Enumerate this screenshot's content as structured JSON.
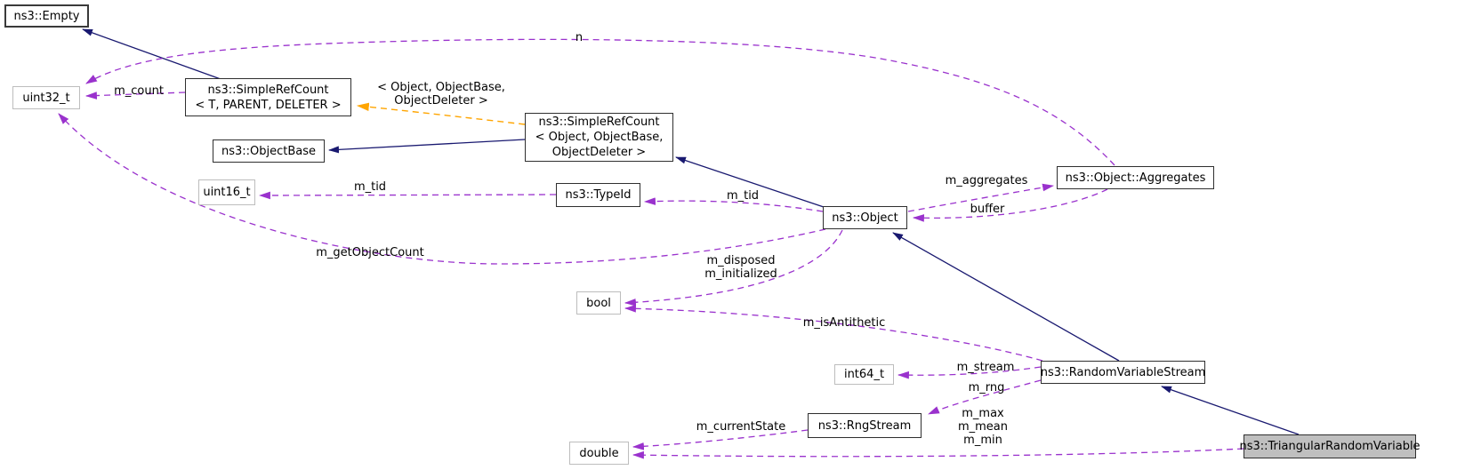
{
  "diagram": {
    "kind": "doxygen-collaboration-graph",
    "colors": {
      "inheritance_edge": "#191970",
      "member_edge": "#9a32cd",
      "template_edge": "#ffa500",
      "focus_node_fill": "#bfbfbf",
      "class_border": "#2f2f2f",
      "builtin_border": "#bdbdbd",
      "background": "#ffffff"
    }
  },
  "nodes": {
    "empty": {
      "label": "ns3::Empty"
    },
    "uint32_t": {
      "label": "uint32_t"
    },
    "simple_ref_count_t": {
      "label": "ns3::SimpleRefCount\n< T, PARENT, DELETER >"
    },
    "object_base": {
      "label": "ns3::ObjectBase"
    },
    "simple_ref_count_object": {
      "label": "ns3::SimpleRefCount\n< Object, ObjectBase,\nObjectDeleter >"
    },
    "uint16_t": {
      "label": "uint16_t"
    },
    "type_id": {
      "label": "ns3::TypeId"
    },
    "object": {
      "label": "ns3::Object"
    },
    "aggregates": {
      "label": "ns3::Object::Aggregates"
    },
    "bool": {
      "label": "bool"
    },
    "int64_t": {
      "label": "int64_t"
    },
    "random_variable_stream": {
      "label": "ns3::RandomVariableStream"
    },
    "rng_stream": {
      "label": "ns3::RngStream"
    },
    "double": {
      "label": "double"
    },
    "triangular_random_variable": {
      "label": "ns3::TriangularRandomVariable"
    }
  },
  "edge_labels": {
    "n": "n",
    "m_count": "m_count",
    "template_args": "< Object, ObjectBase,\nObjectDeleter >",
    "m_tid_uint16": "m_tid",
    "m_tid_object": "m_tid",
    "m_aggregates": "m_aggregates",
    "buffer": "buffer",
    "m_get_object_count": "m_getObjectCount",
    "m_disposed_initialized": "m_disposed\nm_initialized",
    "m_is_antithetic": "m_isAntithetic",
    "m_stream": "m_stream",
    "m_rng": "m_rng",
    "m_current_state": "m_currentState",
    "m_max_mean_min": "m_max\nm_mean\nm_min"
  }
}
